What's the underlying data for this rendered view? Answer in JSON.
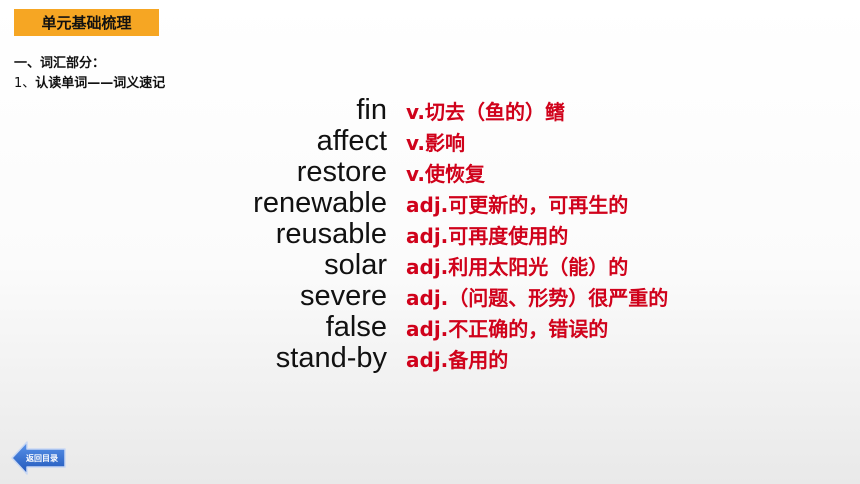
{
  "header": {
    "title": "单元基础梳理"
  },
  "section": {
    "heading": "一、词汇部分：",
    "sub_number": "1、",
    "sub_title": "认读单词——词义速记"
  },
  "vocab": [
    {
      "word": "fin",
      "definition": "v.切去（鱼的）鳍"
    },
    {
      "word": "affect",
      "definition": "v.影响"
    },
    {
      "word": "restore",
      "definition": "v.使恢复"
    },
    {
      "word": "renewable",
      "definition": "adj.可更新的，可再生的"
    },
    {
      "word": "reusable",
      "definition": "adj.可再度使用的"
    },
    {
      "word": "solar",
      "definition": "adj.利用太阳光（能）的"
    },
    {
      "word": "severe",
      "definition": "adj.（问题、形势）很严重的"
    },
    {
      "word": "false",
      "definition": "adj.不正确的，错误的"
    },
    {
      "word": "stand-by",
      "definition": "adj.备用的"
    }
  ],
  "nav": {
    "back_label": "返回目录",
    "back_icon": "back-arrow-icon"
  },
  "colors": {
    "badge": "#f6a623",
    "definition": "#d0021b",
    "back_button": "#2f6fd6"
  }
}
